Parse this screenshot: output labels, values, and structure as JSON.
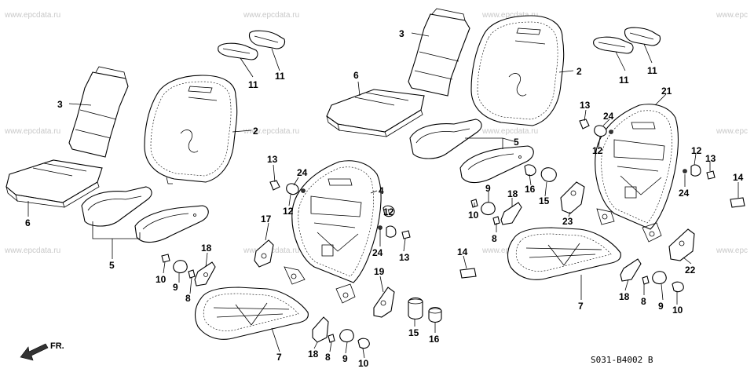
{
  "watermark": {
    "text": "www.epcdata.ru",
    "text_cut": "www.epc"
  },
  "labels": {
    "l1_3": "3",
    "l1_2": "2",
    "l1_6": "6",
    "l1_5": "5",
    "l1_11a": "11",
    "l1_11b": "11",
    "l1_13": "13",
    "l1_24": "24",
    "l1_12": "12",
    "l1_4": "4",
    "l1_17": "17",
    "l1_12b": "12",
    "l1_24b": "24",
    "l1_13b": "13",
    "l1_18": "18",
    "l1_10": "10",
    "l1_9": "9",
    "l1_8": "8",
    "l1_19": "19",
    "l1_7": "7",
    "l1_18b": "18",
    "l1_8b": "8",
    "l1_9b": "9",
    "l1_10b": "10",
    "l1_15": "15",
    "l1_16": "16",
    "l2_3": "3",
    "l2_6": "6",
    "l2_2": "2",
    "l2_5": "5",
    "l2_11a": "11",
    "l2_11b": "11",
    "l2_13": "13",
    "l2_24": "24",
    "l2_12": "12",
    "l2_21": "21",
    "l2_9": "9",
    "l2_10": "10",
    "l2_16": "16",
    "l2_15": "15",
    "l2_18": "18",
    "l2_8": "8",
    "l2_23": "23",
    "l2_12b": "12",
    "l2_13b": "13",
    "l2_24b": "24",
    "l2_14a": "14",
    "l2_14b": "14",
    "l2_22": "22",
    "l2_7": "7",
    "l2_18b": "18",
    "l2_8b": "8",
    "l2_9b": "9",
    "l2_10b": "10"
  },
  "direction_label": "FR.",
  "diagram_code": "S031-B4002 B"
}
